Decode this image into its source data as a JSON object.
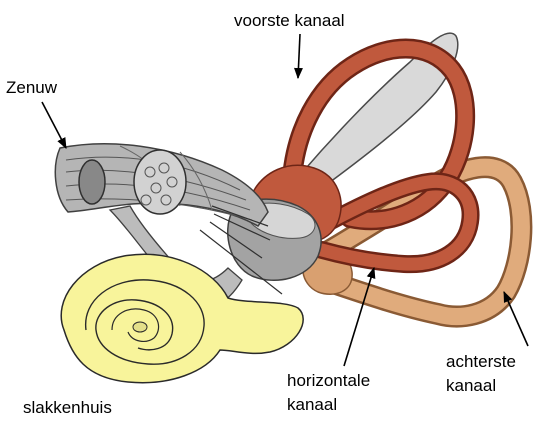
{
  "labels": {
    "anterior_canal": "voorste kanaal",
    "nerve": "Zenuw",
    "horizontal_canal_line1": "horizontale",
    "horizontal_canal_line2": "kanaal",
    "posterior_canal_line1": "achterste",
    "posterior_canal_line2": "kanaal",
    "cochlea": "slakkenhuis"
  },
  "colors": {
    "canal_red": "#b8553c",
    "canal_red_dark": "#7a2a1a",
    "canal_tan": "#dfa878",
    "canal_tan_dark": "#a8744a",
    "cochlea_yellow": "#f7f39a",
    "nerve_gray": "#a0a0a0",
    "vestibule_gray": "#9c9c9c",
    "sac_light": "#d8d8d8"
  }
}
